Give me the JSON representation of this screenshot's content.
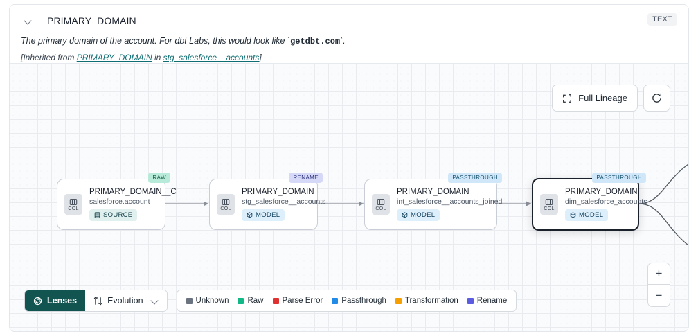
{
  "header": {
    "chevron_icon": "chevron-down-icon",
    "column_name": "PRIMARY_DOMAIN",
    "type_badge": "TEXT",
    "description_prefix": "The primary domain of the account. For dbt Labs, this would look like `",
    "description_code": "getdbt.com",
    "description_suffix": "`.",
    "inherited_prefix": "[Inherited from ",
    "inherited_link1": "PRIMARY_DOMAIN",
    "inherited_mid": " in ",
    "inherited_link2": "stg_salesforce__accounts",
    "inherited_suffix": "]"
  },
  "canvas": {
    "full_lineage_label": "Full Lineage",
    "full_lineage_icon": "expand-corners-icon",
    "refresh_icon": "refresh-icon",
    "zoom_in_label": "+",
    "zoom_out_label": "−"
  },
  "nodes": [
    {
      "badge": "RAW",
      "badge_style": "badge-raw",
      "col_label": "COL",
      "name": "PRIMARY_DOMAIN__C",
      "subtitle": "salesforce.account",
      "tag": "SOURCE",
      "tag_style": "tag-source",
      "tag_icon": "table-icon",
      "selected": false
    },
    {
      "badge": "RENAME",
      "badge_style": "badge-rename",
      "col_label": "COL",
      "name": "PRIMARY_DOMAIN",
      "subtitle": "stg_salesforce__accounts",
      "tag": "MODEL",
      "tag_style": "tag-model",
      "tag_icon": "cube-icon",
      "selected": false
    },
    {
      "badge": "PASSTHROUGH",
      "badge_style": "badge-passthrough",
      "col_label": "COL",
      "name": "PRIMARY_DOMAIN",
      "subtitle": "int_salesforce__accounts_joined",
      "tag": "MODEL",
      "tag_style": "tag-model",
      "tag_icon": "cube-icon",
      "selected": false
    },
    {
      "badge": "PASSTHROUGH",
      "badge_style": "badge-passthrough",
      "col_label": "COL",
      "name": "PRIMARY_DOMAIN",
      "subtitle": "dim_salesforce_accounts",
      "tag": "MODEL",
      "tag_style": "tag-model",
      "tag_icon": "cube-icon",
      "selected": true
    }
  ],
  "toolbar": {
    "lenses_label": "Lenses",
    "lenses_icon": "aperture-icon",
    "evolution_label": "Evolution",
    "evolution_icon": "evolution-icon",
    "evolution_chevron": "chevron-down-icon"
  },
  "legend": [
    {
      "label": "Unknown",
      "color": "#6b7280"
    },
    {
      "label": "Raw",
      "color": "#12b886"
    },
    {
      "label": "Parse Error",
      "color": "#e03131"
    },
    {
      "label": "Passthrough",
      "color": "#228be6"
    },
    {
      "label": "Transformation",
      "color": "#f59f00"
    },
    {
      "label": "Rename",
      "color": "#5c5ce0"
    }
  ],
  "colors": {
    "lenses_bg": "#125450",
    "link": "#0f6e73",
    "selected_border": "#1b212b"
  }
}
